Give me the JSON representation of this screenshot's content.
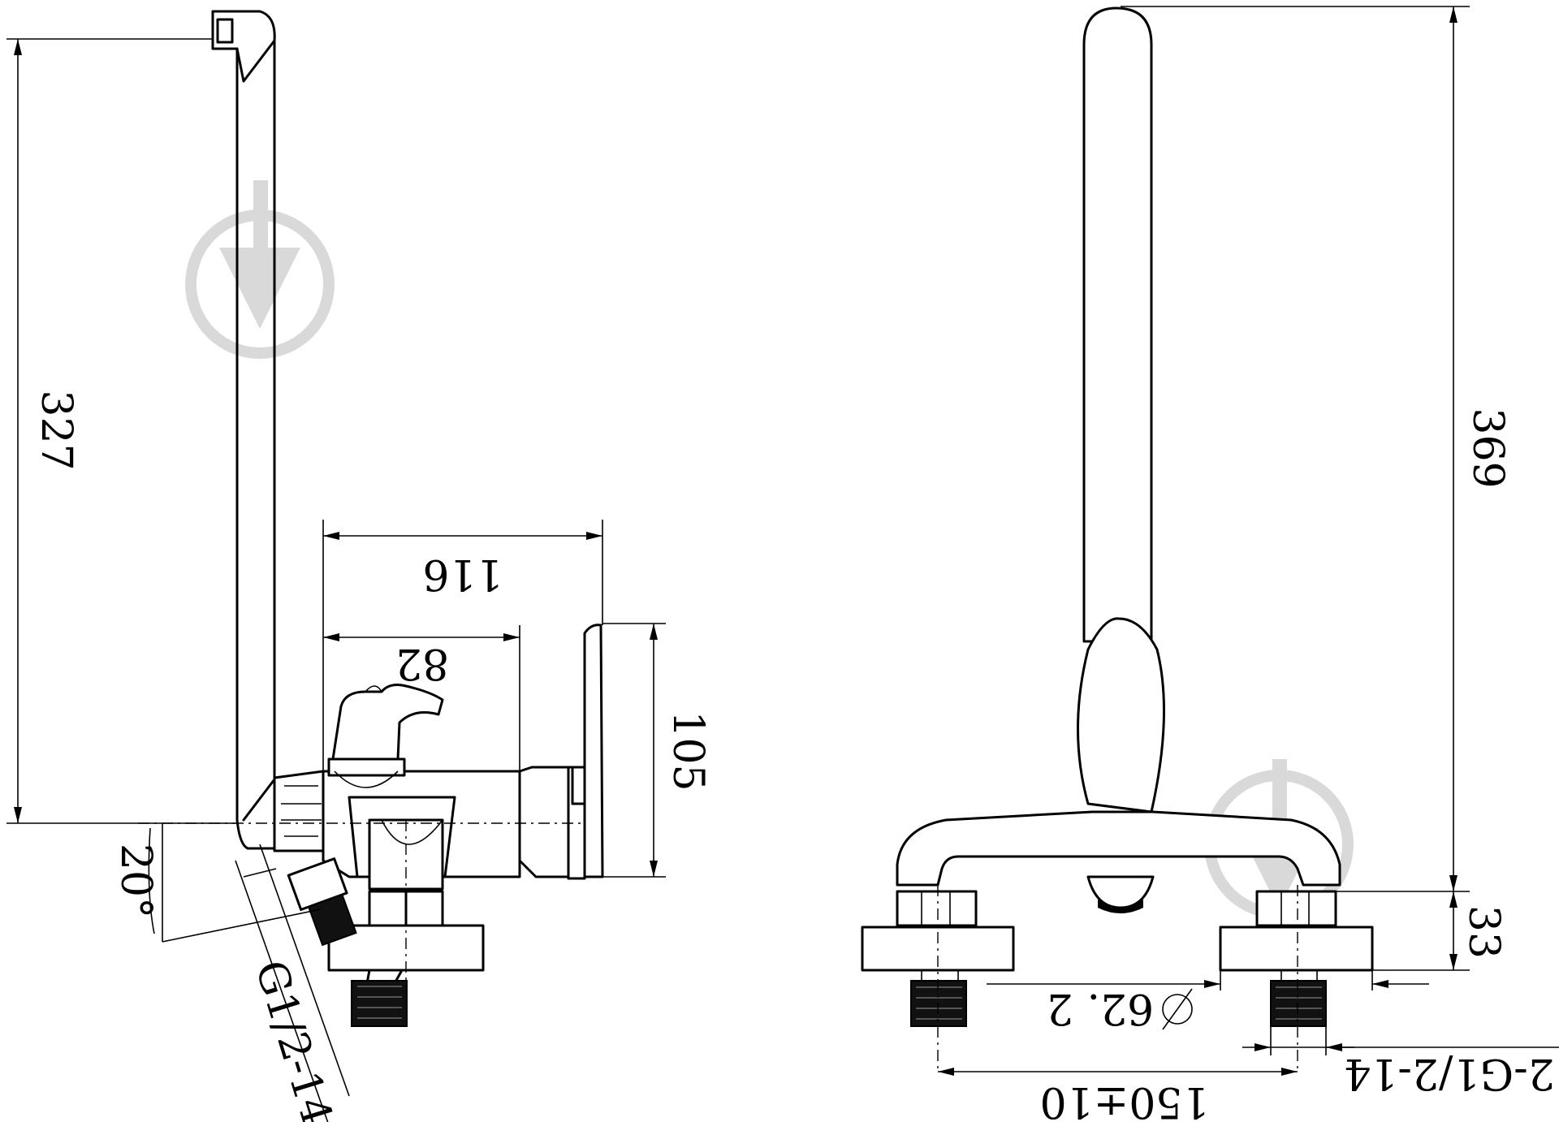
{
  "dimensions": {
    "side_height": "327",
    "side_depth_total": "116",
    "side_depth_lever": "82",
    "side_body_height": "105",
    "side_angle": "20°",
    "side_outlet_thread": "G1/2-14",
    "front_height": "369",
    "front_connector_height": "33",
    "front_flange_diameter": "62. 2",
    "front_inlet_thread": "2-G1/2-14",
    "front_center_spacing": "150±10"
  },
  "icons": {
    "watermark": "download-arrow-watermark-icon",
    "diameter_symbol": "diameter-icon"
  },
  "colors": {
    "line": "#000000",
    "watermark": "#d9d9d9"
  }
}
